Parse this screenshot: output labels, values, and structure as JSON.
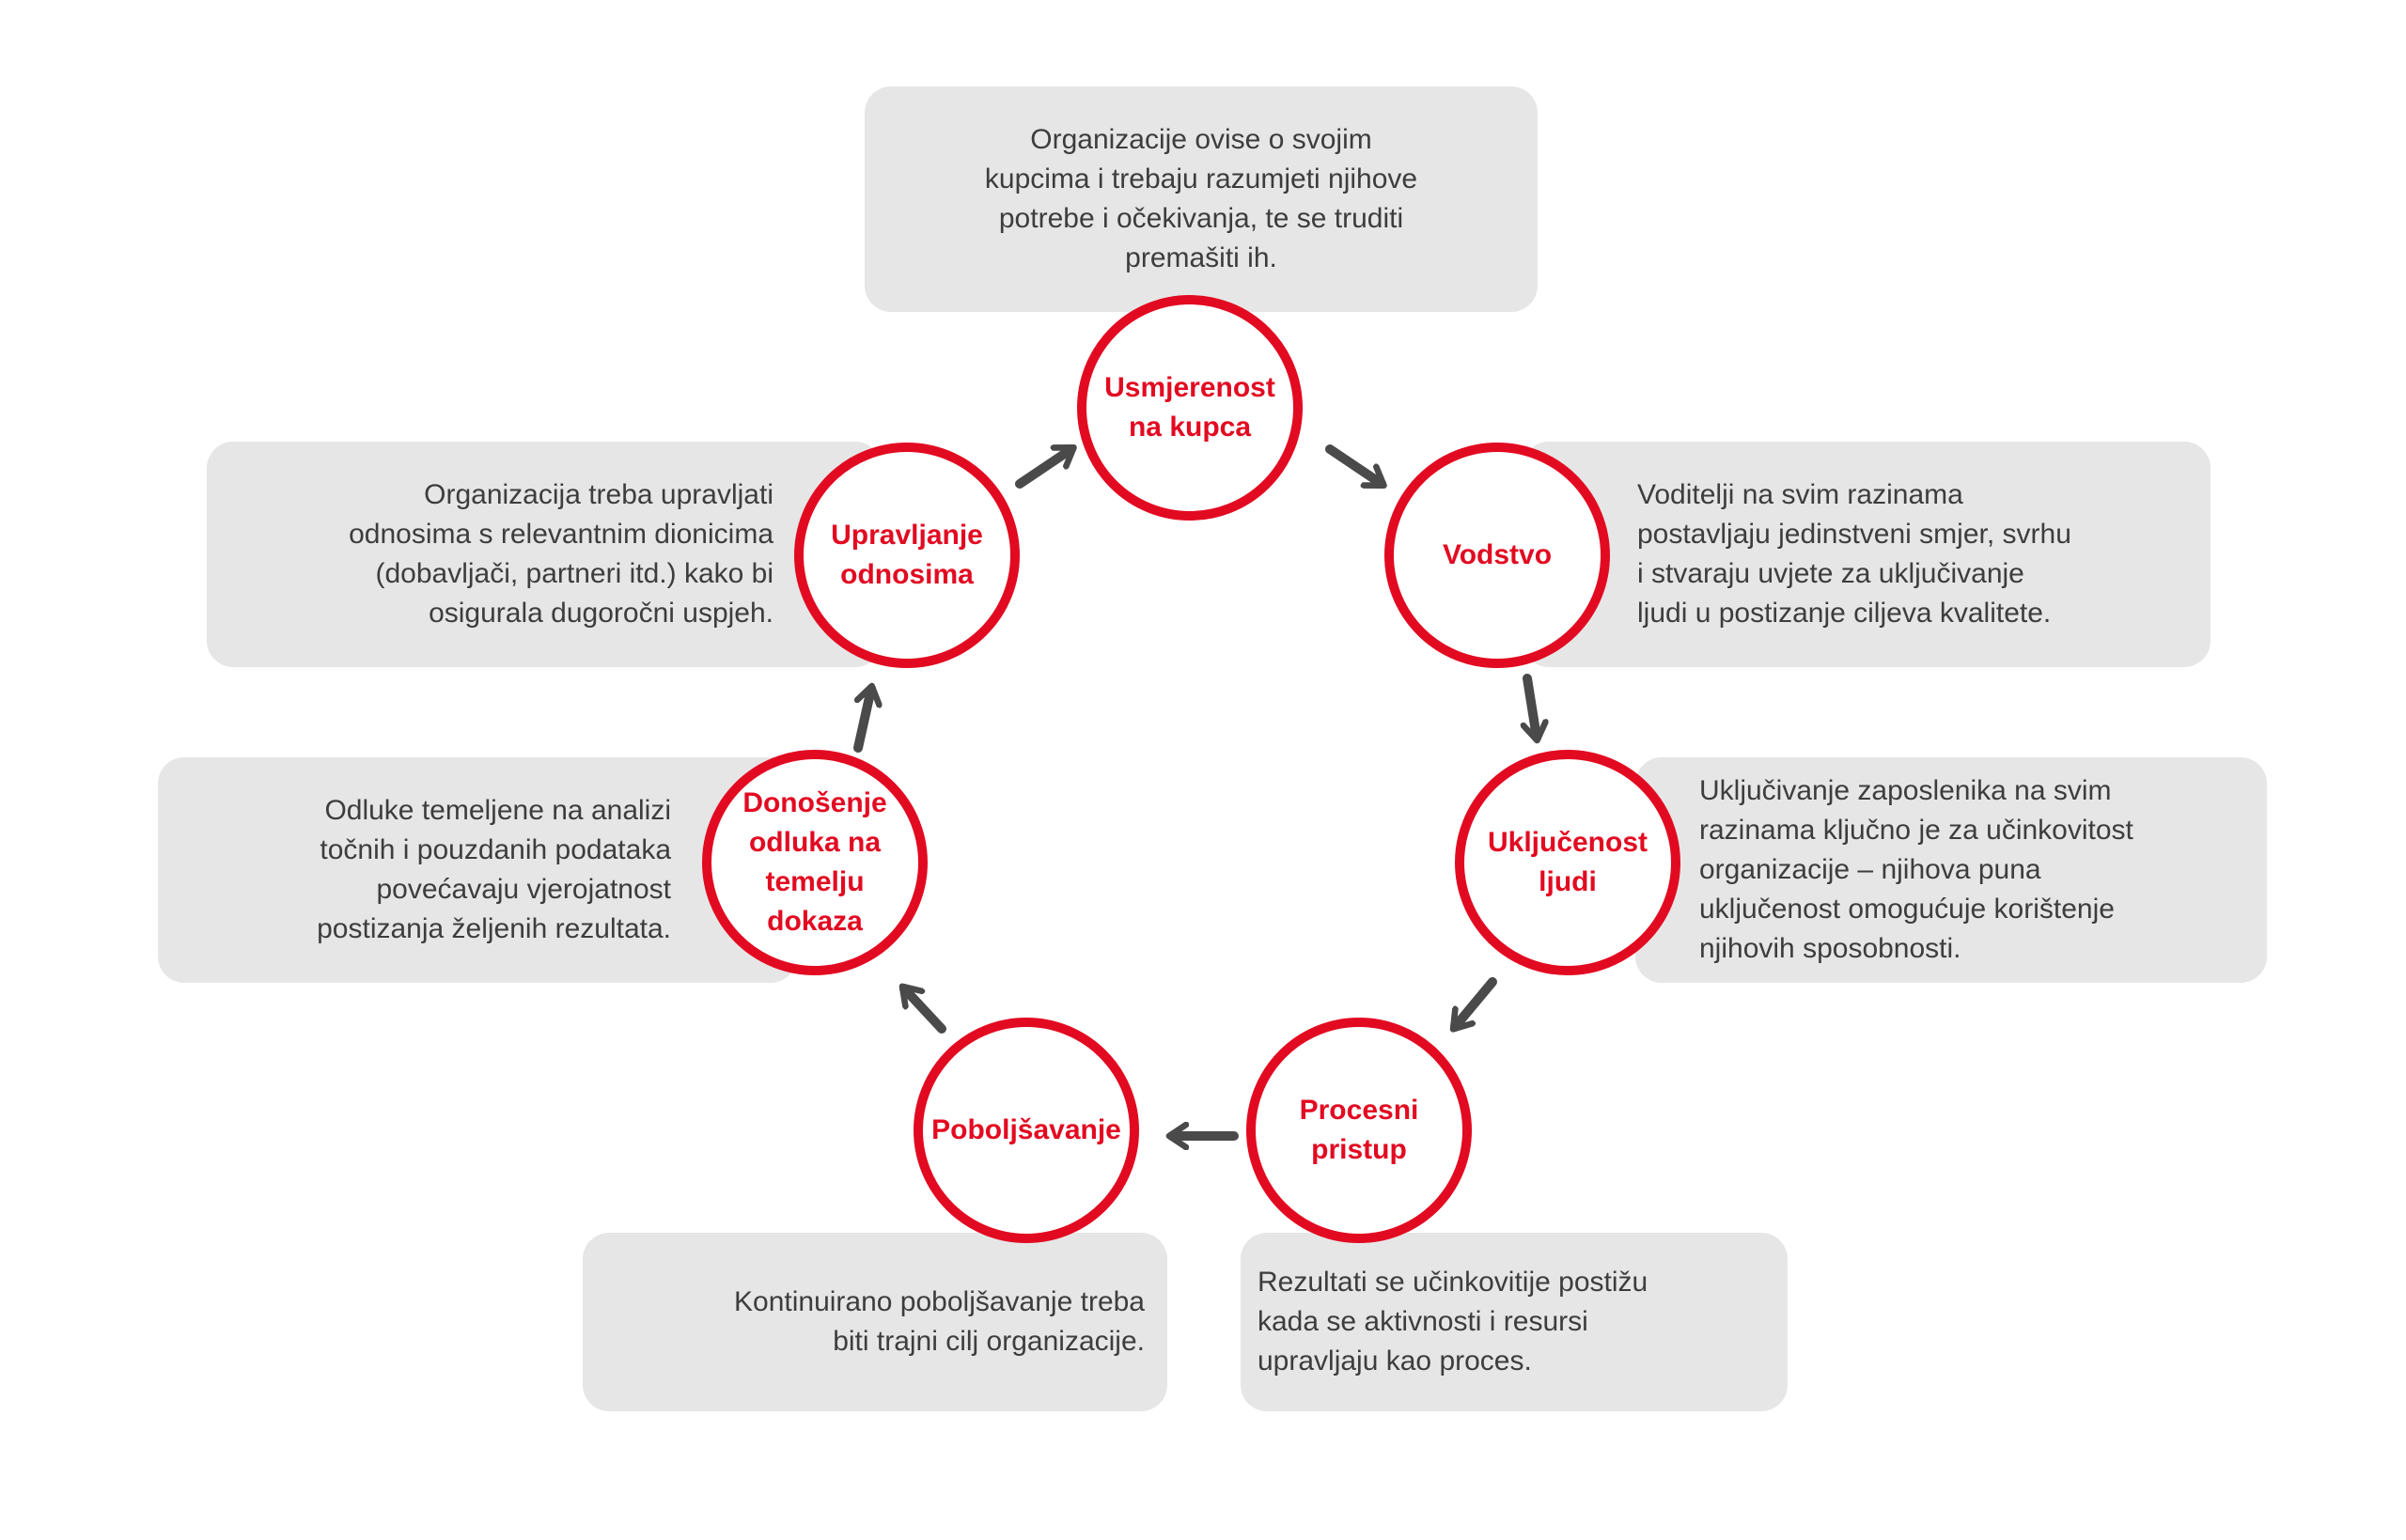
{
  "colors": {
    "accent": "#e20a21",
    "box": "#e6e6e6",
    "text": "#3d3d3d",
    "arrow": "#4a4a4a"
  },
  "nodes": {
    "customer": {
      "title": [
        "Usmjerenost",
        "na kupca"
      ],
      "description": [
        "Organizacije ovise o svojim",
        "kupcima i trebaju razumjeti njihove",
        "potrebe i očekivanja, te se truditi",
        "premašiti ih."
      ]
    },
    "leadership": {
      "title": [
        "Vodstvo"
      ],
      "description": [
        "Voditelji na svim razinama",
        "postavljaju jedinstveni smjer, svrhu",
        "i stvaraju uvjete za uključivanje",
        "ljudi u postizanje ciljeva kvalitete."
      ]
    },
    "engagement": {
      "title": [
        "Uključenost",
        "ljudi"
      ],
      "description": [
        "Uključivanje zaposlenika na svim",
        "razinama ključno je za učinkovitost",
        "organizacije – njihova puna",
        "uključenost omogućuje korištenje",
        "njihovih sposobnosti."
      ]
    },
    "process": {
      "title": [
        "Procesni",
        "pristup"
      ],
      "description": [
        "Rezultati se učinkovitije postižu",
        "kada se aktivnosti i resursi",
        "upravljaju kao proces."
      ]
    },
    "improvement": {
      "title": [
        "Poboljšavanje"
      ],
      "description": [
        "Kontinuirano poboljšavanje treba",
        "biti trajni cilj organizacije."
      ]
    },
    "evidence": {
      "title": [
        "Donošenje",
        "odluka na",
        "temelju",
        "dokaza"
      ],
      "description": [
        "Odluke temeljene na analizi",
        "točnih i pouzdanih podataka",
        "povećavaju vjerojatnost",
        "postizanja željenih rezultata."
      ]
    },
    "relationship": {
      "title": [
        "Upravljanje",
        "odnosima"
      ],
      "description": [
        "Organizacija treba upravljati",
        "odnosima s relevantnim dionicima",
        "(dobavljači, partneri itd.) kako bi",
        "osigurala dugoročni uspjeh."
      ]
    }
  }
}
